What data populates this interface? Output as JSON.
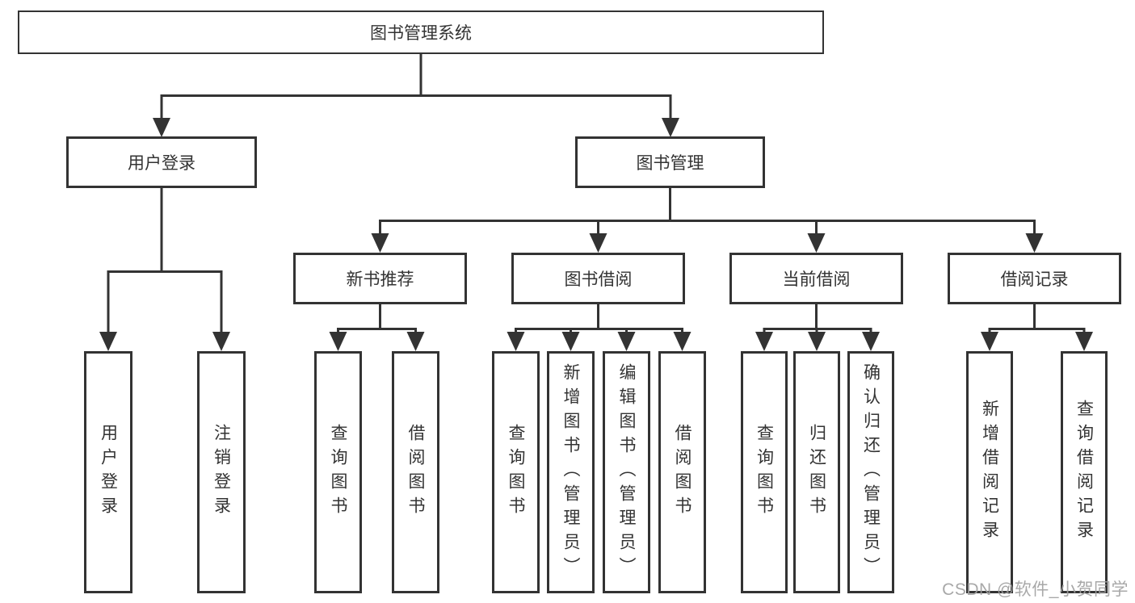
{
  "diagram": {
    "type": "tree-structure-chart",
    "colors": {
      "line": "#333333",
      "box_border": "#333333",
      "text": "#333333",
      "background": "#ffffff",
      "watermark": "#9e9e9e"
    },
    "nodes": {
      "root": {
        "label": "图书管理系统"
      },
      "user_login": {
        "label": "用户登录"
      },
      "book_mgmt": {
        "label": "图书管理"
      },
      "new_book_rec": {
        "label": "新书推荐"
      },
      "book_borrow": {
        "label": "图书借阅"
      },
      "current_borrow": {
        "label": "当前借阅"
      },
      "borrow_records": {
        "label": "借阅记录"
      },
      "leaf_user_login": {
        "label": "用户登录"
      },
      "leaf_logout": {
        "label": "注销登录"
      },
      "leaf_query_book_new": {
        "label": "查询图书"
      },
      "leaf_borrow_book_new": {
        "label": "借阅图书"
      },
      "leaf_query_book_borrow": {
        "label": "查询图书"
      },
      "leaf_add_book": {
        "label": "新增图书（管理员）"
      },
      "leaf_edit_book": {
        "label": "编辑图书（管理员）"
      },
      "leaf_borrow_book_borrow": {
        "label": "借阅图书"
      },
      "leaf_query_book_current": {
        "label": "查询图书"
      },
      "leaf_return_book": {
        "label": "归还图书"
      },
      "leaf_confirm_return": {
        "label": "确认归还（管理员）"
      },
      "leaf_add_borrow_record": {
        "label": "新增借阅记录"
      },
      "leaf_query_borrow_record": {
        "label": "查询借阅记录"
      }
    },
    "hierarchy": {
      "图书管理系统": [
        "用户登录",
        "图书管理"
      ],
      "用户登录": [
        "用户登录",
        "注销登录"
      ],
      "图书管理": [
        "新书推荐",
        "图书借阅",
        "当前借阅",
        "借阅记录"
      ],
      "新书推荐": [
        "查询图书",
        "借阅图书"
      ],
      "图书借阅": [
        "查询图书",
        "新增图书（管理员）",
        "编辑图书（管理员）",
        "借阅图书"
      ],
      "当前借阅": [
        "查询图书",
        "归还图书",
        "确认归还（管理员）"
      ],
      "借阅记录": [
        "新增借阅记录",
        "查询借阅记录"
      ]
    },
    "watermark": {
      "text": "CSDN @软件_小贺同学"
    }
  }
}
